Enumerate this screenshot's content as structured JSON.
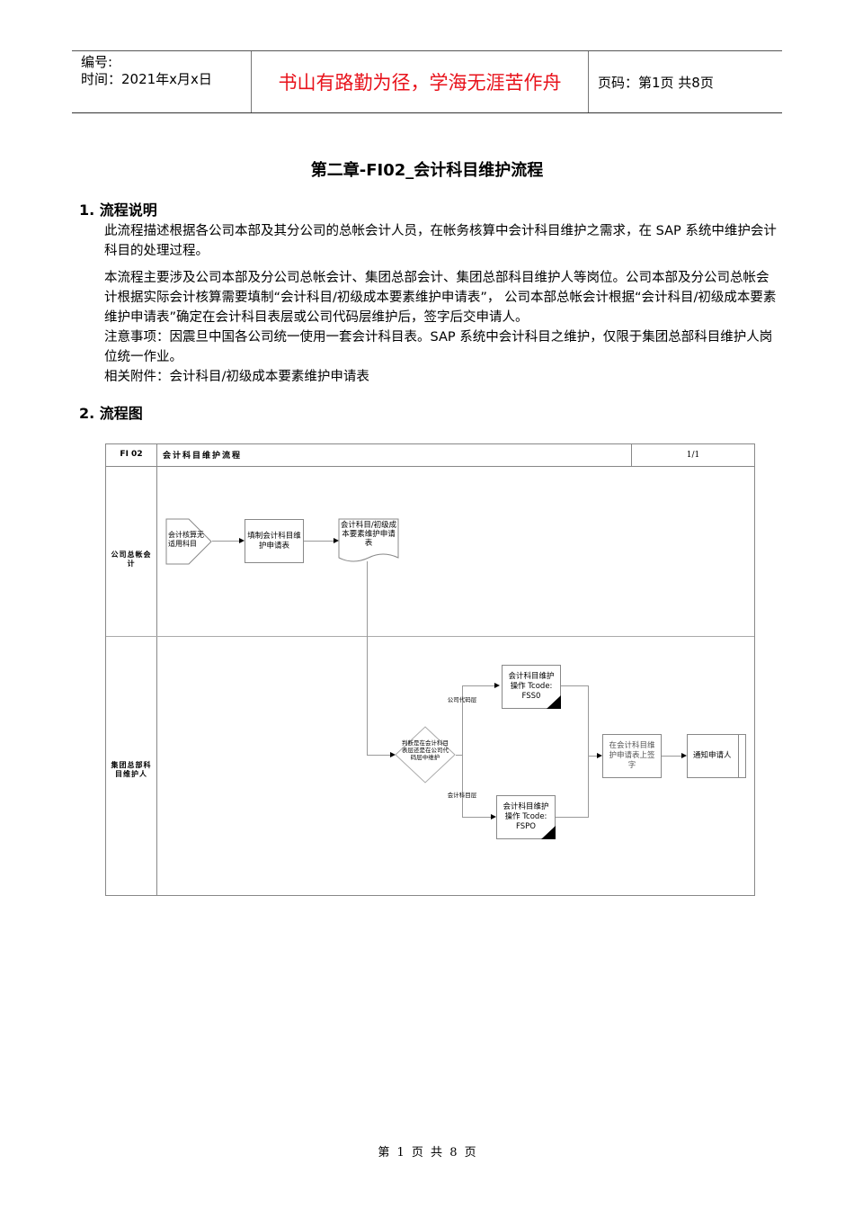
{
  "header": {
    "number_label": "编号:",
    "time_label": "时间：2021年x月x日",
    "motto": "书山有路勤为径，学海无涯苦作舟",
    "page_label": "页码：第1页  共8页"
  },
  "doc_title": "第二章-FI02_会计科目维护流程",
  "section1": {
    "heading": "1. 流程说明",
    "para1": "此流程描述根据各公司本部及其分公司的总帐会计人员，在帐务核算中会计科目维护之需求，在 SAP 系统中维护会计科目的处理过程。",
    "para2": "本流程主要涉及公司本部及分公司总帐会计、集团总部会计、集团总部科目维护人等岗位。公司本部及分公司总帐会计根据实际会计核算需要填制“会计科目/初级成本要素维护申请表”， 公司本部总帐会计根据“会计科目/初级成本要素维护申请表”确定在会计科目表层或公司代码层维护后，签字后交申请人。",
    "para3": "注意事项：因震旦中国各公司统一使用一套会计科目表。SAP 系统中会计科目之维护，仅限于集团总部科目维护人岗位统一作业。",
    "para4": "相关附件：会计科目/初级成本要素维护申请表"
  },
  "section2": {
    "heading": "2. 流程图"
  },
  "flowchart": {
    "code": "FI 02",
    "name": "会计科目维护流程",
    "page": "1/1",
    "lanes": [
      "公司总帐会计",
      "集团总部科目维护人"
    ],
    "nodes": {
      "start": "会计核算无适用科目",
      "fill_form": "填制会计科目维护申请表",
      "form_doc": "会计科目/初级成本要素维护申请表",
      "decision": "判断是在会计科目表层还是在公司代码层中维护",
      "fss0": "会计科目维护操作 Tcode: FSS0",
      "fspo": "会计科目维护操作 Tcode: FSPO",
      "sign": "在会计科目维护申请表上签字",
      "notify": "通知申请人"
    },
    "edge_labels": {
      "company_code": "公司代码层",
      "chart_of_accounts": "会计科目层"
    }
  },
  "footer": {
    "page": "第 1 页 共 8 页"
  }
}
